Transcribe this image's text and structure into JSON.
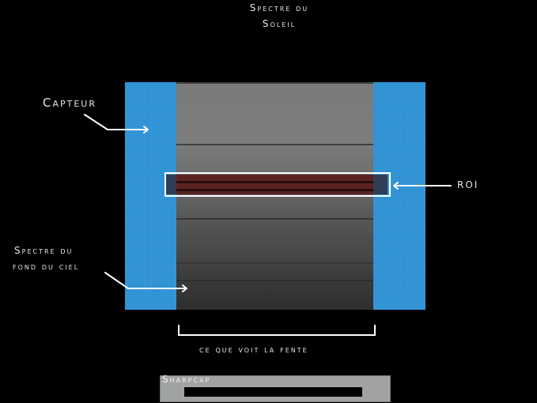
{
  "title": {
    "line1": "Spectre du",
    "line2": "Soleil"
  },
  "labels": {
    "sensor": "Capteur",
    "roi": "ROI",
    "sky_line1": "Spectre du",
    "sky_line2": "fond du ciel",
    "slit_view": "ce que voit la fente"
  },
  "sharpcap": {
    "name": "Sharpcap"
  },
  "colors": {
    "background": "#000000",
    "sensor_blue": "#2a8fd3",
    "roi_red": "#5a2424",
    "roi_border": "#ffffff",
    "sharpcap_panel": "#a0a3a2"
  }
}
